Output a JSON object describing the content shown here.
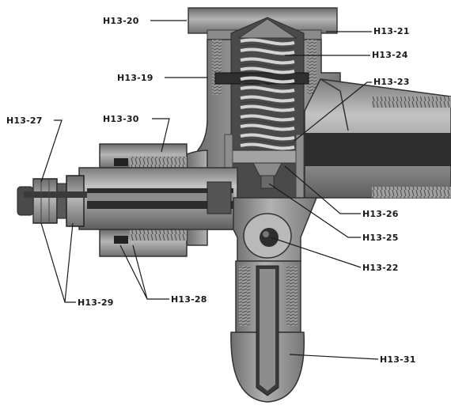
{
  "figure": {
    "colors": {
      "paper": "#ffffff",
      "ink": "#1a1a1a",
      "metal": "#9a9a9a",
      "metal_dark": "#555555",
      "cavity": "#3a3a3a"
    },
    "callouts": [
      {
        "id": "H13-20",
        "text": "H13-20"
      },
      {
        "id": "H13-21",
        "text": "H13-21"
      },
      {
        "id": "H13-24",
        "text": "H13-24"
      },
      {
        "id": "H13-19",
        "text": "H13-19"
      },
      {
        "id": "H13-23",
        "text": "H13-23"
      },
      {
        "id": "H13-27",
        "text": "H13-27"
      },
      {
        "id": "H13-30",
        "text": "H13-30"
      },
      {
        "id": "H13-26",
        "text": "H13-26"
      },
      {
        "id": "H13-25",
        "text": "H13-25"
      },
      {
        "id": "H13-22",
        "text": "H13-22"
      },
      {
        "id": "H13-29",
        "text": "H13-29"
      },
      {
        "id": "H13-28",
        "text": "H13-28"
      },
      {
        "id": "H13-31",
        "text": "H13-31"
      }
    ]
  }
}
